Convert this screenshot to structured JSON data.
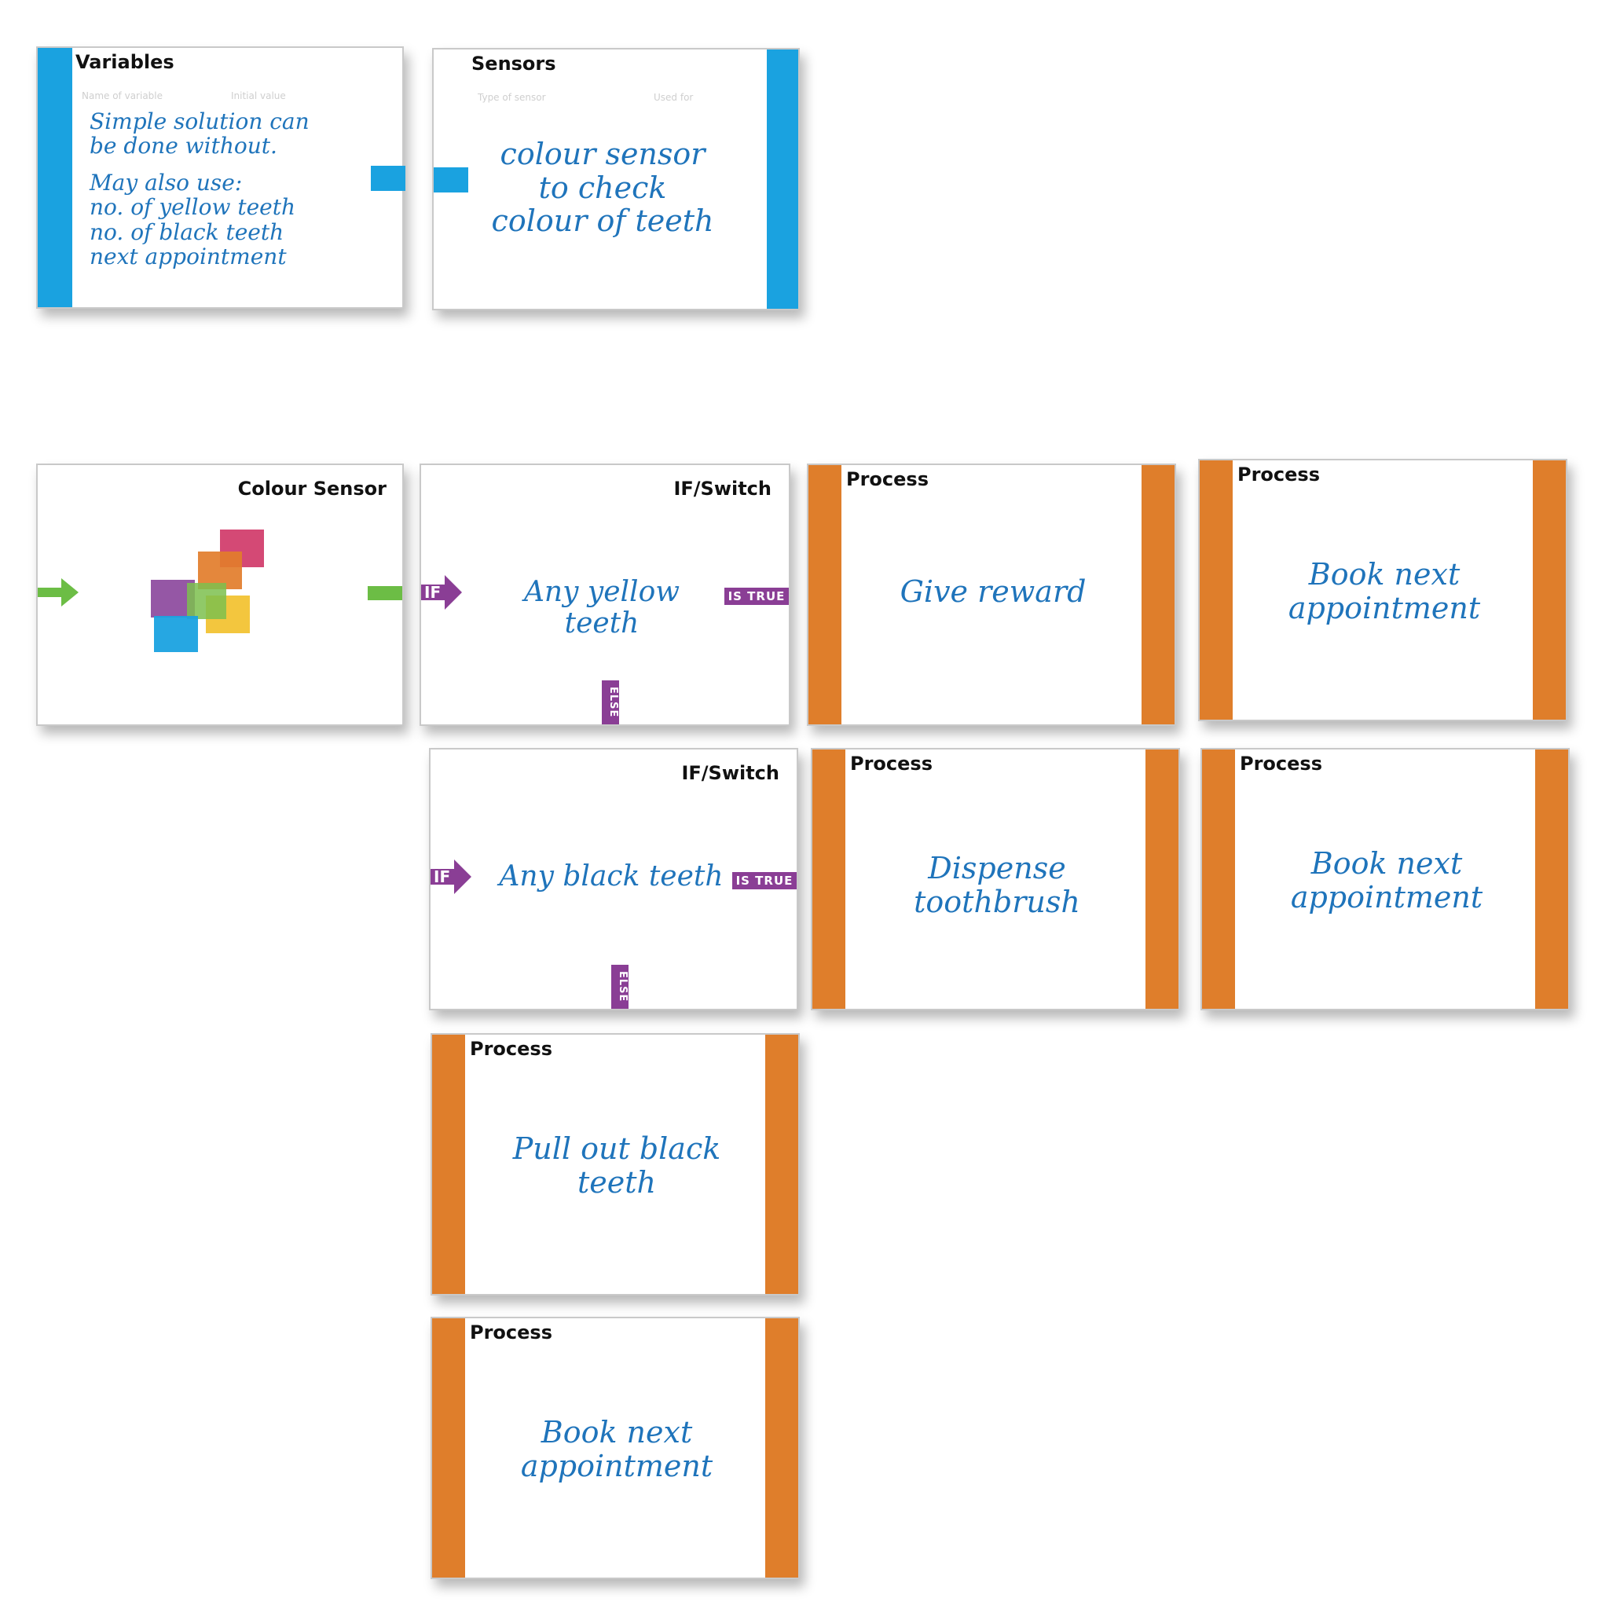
{
  "cards": {
    "variables": {
      "title": "Variables",
      "col1": "Name of variable",
      "col2": "Initial value",
      "text1": "Simple solution can be done without.",
      "text2": "May also use:\nno. of yellow teeth\nno. of black teeth\nnext appointment"
    },
    "sensors": {
      "title": "Sensors",
      "col1": "Type of sensor",
      "col2": "Used for",
      "text": "colour sensor to check colour of teeth"
    },
    "colour_sensor": {
      "title": "Colour Sensor"
    },
    "if1": {
      "title": "IF/Switch",
      "if_label": "IF",
      "condition": "Any yellow teeth",
      "true_label": "IS TRUE",
      "else_label": "ELSE"
    },
    "if2": {
      "title": "IF/Switch",
      "if_label": "IF",
      "condition": "Any black teeth",
      "true_label": "IS TRUE",
      "else_label": "ELSE"
    },
    "process_reward": {
      "title": "Process",
      "text": "Give reward"
    },
    "process_book1": {
      "title": "Process",
      "text": "Book next appointment"
    },
    "process_dispense": {
      "title": "Process",
      "text": "Dispense toothbrush"
    },
    "process_book2": {
      "title": "Process",
      "text": "Book next appointment"
    },
    "process_pull": {
      "title": "Process",
      "text": "Pull out black teeth"
    },
    "process_book3": {
      "title": "Process",
      "text": "Book next appointment"
    }
  },
  "colors": {
    "variable_blue": "#1aa2e0",
    "process_orange": "#df7e2b",
    "if_purple": "#8a3e95",
    "arrow_green": "#6cbd45",
    "handwriting_blue": "#1f74bb"
  }
}
